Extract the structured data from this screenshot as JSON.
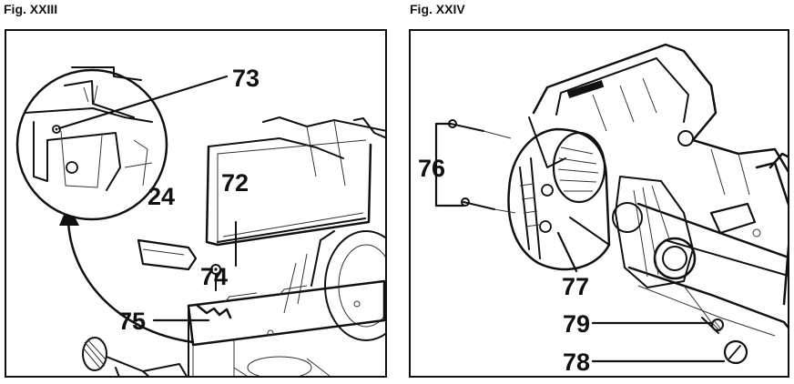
{
  "figures": [
    {
      "title": "Fig. XXIII",
      "callouts": [
        "73",
        "24",
        "72",
        "74",
        "75"
      ]
    },
    {
      "title": "Fig. XXIV",
      "callouts": [
        "76",
        "77",
        "79",
        "78"
      ]
    }
  ],
  "colors": {
    "line": "#111111",
    "background": "#ffffff"
  }
}
